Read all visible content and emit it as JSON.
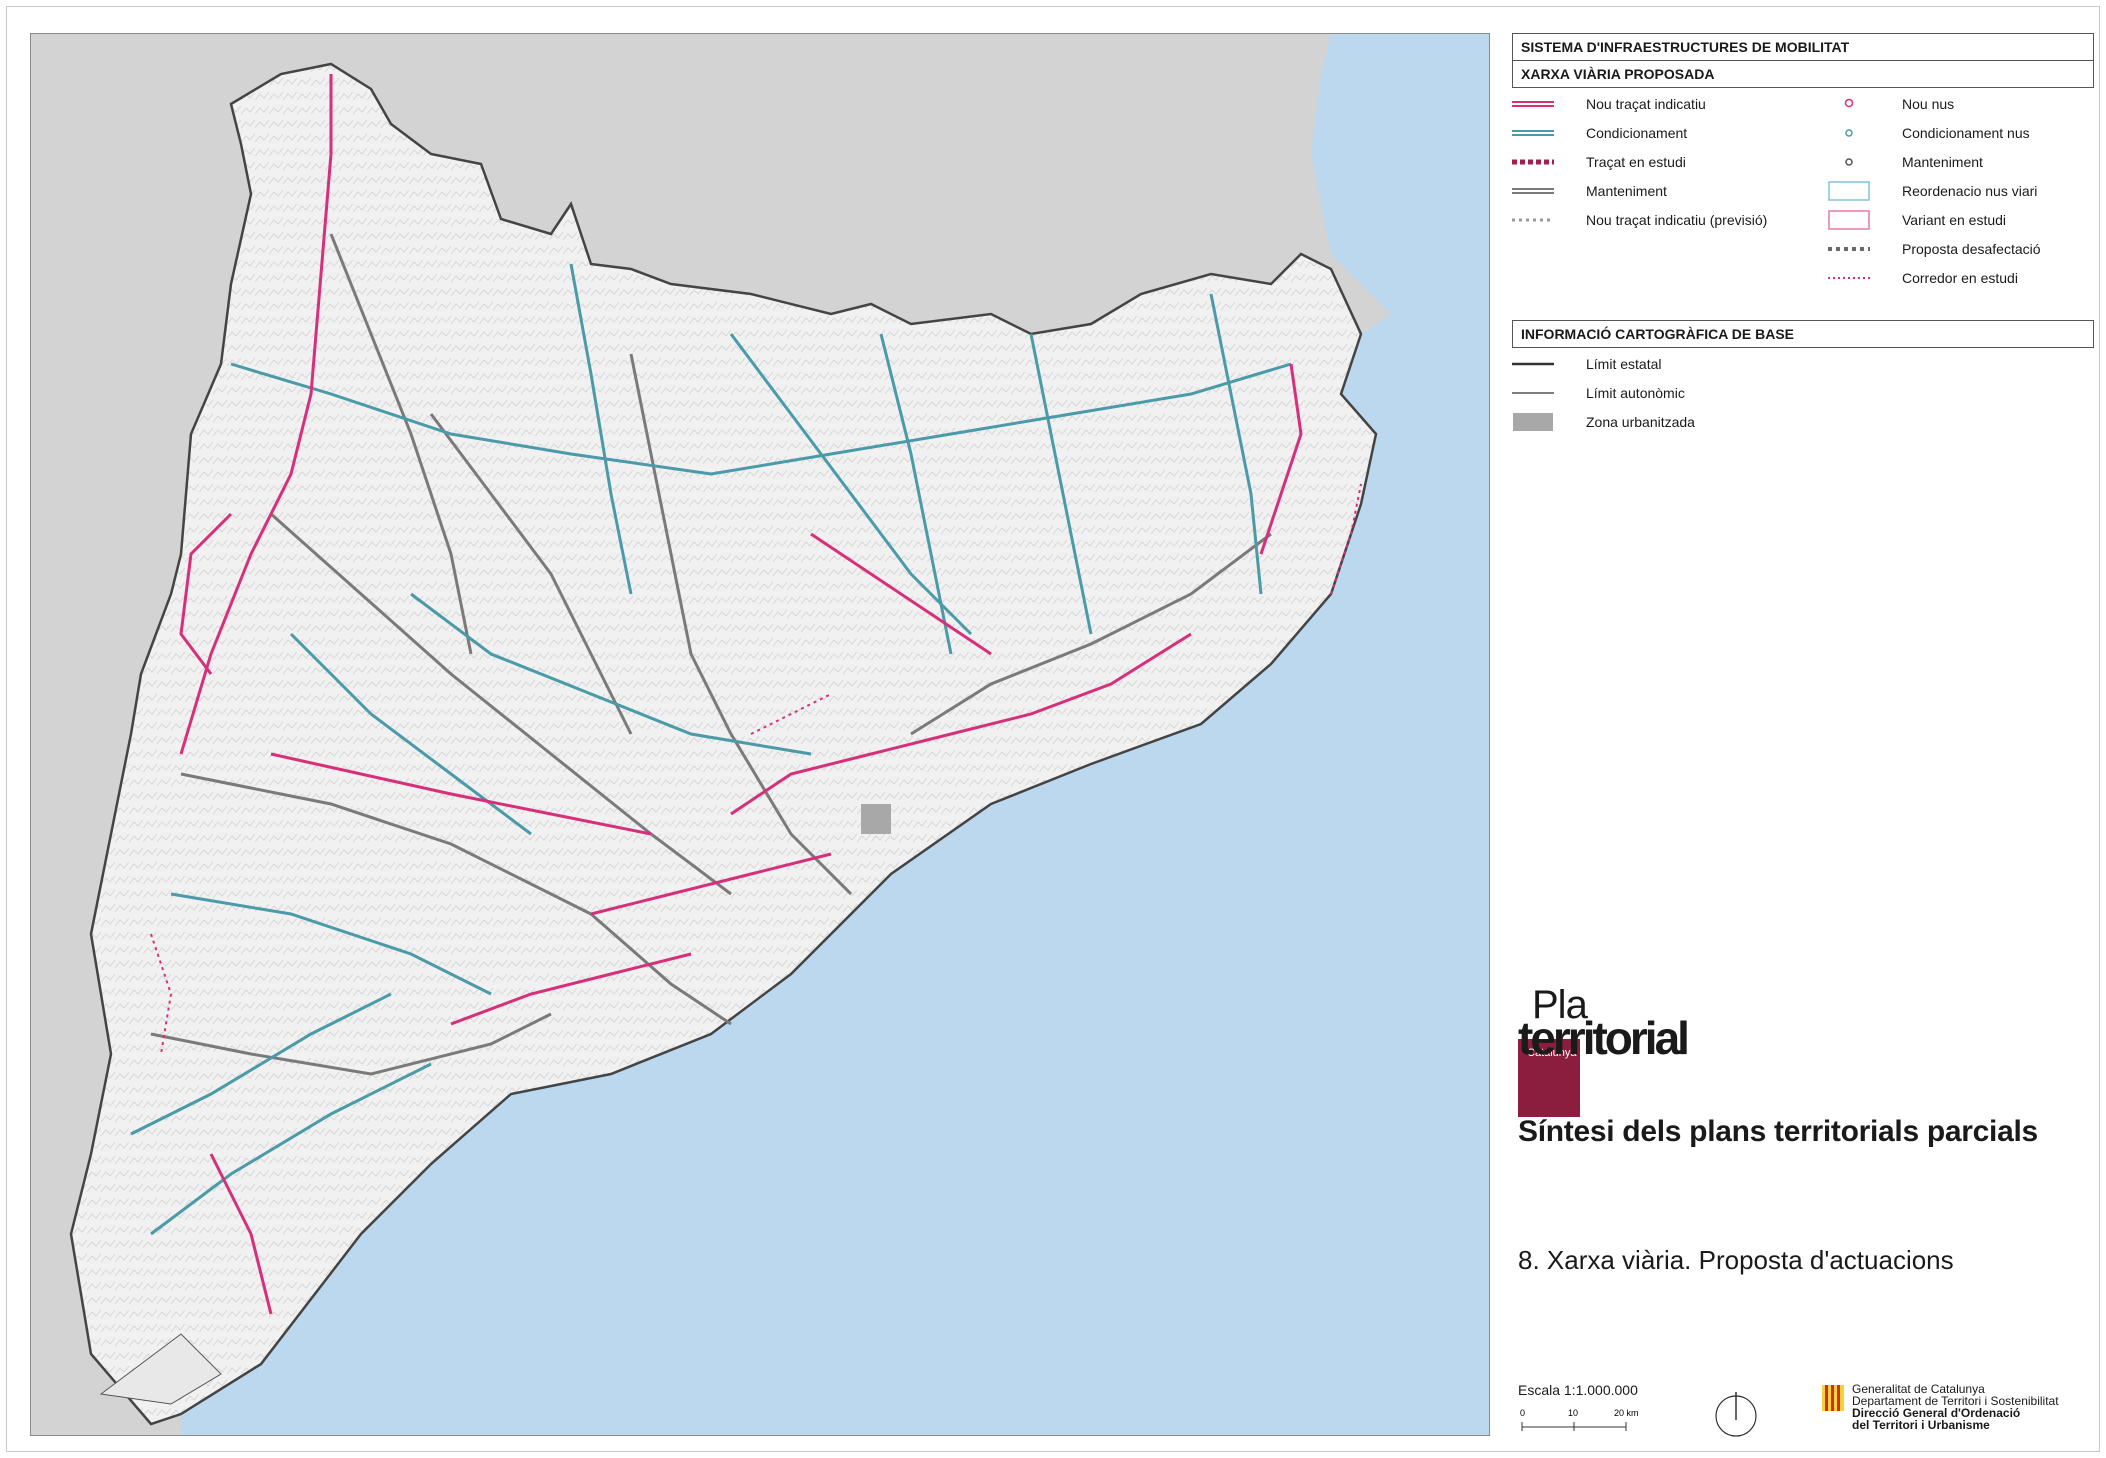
{
  "legend": {
    "section_1": "SISTEMA D'INFRAESTRUCTURES DE MOBILITAT",
    "section_2": "XARXA VIÀRIA PROPOSADA",
    "left_items": [
      "Nou traçat indicatiu",
      "Condicionament",
      "Traçat en estudi",
      "Manteniment",
      "Nou traçat indicatiu (previsió)"
    ],
    "right_items": [
      "Nou nus",
      "Condicionament nus",
      "Manteniment",
      "Reordenacio nus viari",
      "Variant en estudi",
      "Proposta desafectació",
      "Corredor en estudi"
    ],
    "section_3": "INFORMACIÓ CARTOGRÀFICA DE BASE",
    "base_items": [
      "Límit estatal",
      "Límit autonòmic",
      "Zona urbanitzada"
    ]
  },
  "logo": {
    "pla": "Pla",
    "territorial": "territorial",
    "region": "Catalunya"
  },
  "subtitle": "Síntesi dels plans territorials parcials",
  "map_title": "8. Xarxa viària. Proposta d'actuacions",
  "scale": {
    "label": "Escala 1:1.000.000",
    "ticks": [
      "0",
      "10",
      "20 km"
    ]
  },
  "institution": {
    "line1": "Generalitat de Catalunya",
    "line2": "Departament de Territori i Sostenibilitat",
    "line3": "Direcció General d'Ordenació",
    "line4": "del Territori i Urbanisme"
  },
  "colors": {
    "new_route": "#d6307a",
    "conditioning": "#4a9aa8",
    "study": "#a0214f",
    "maintenance": "#7a7a7a",
    "sea": "#bcd8ee",
    "land": "#f2f2f2",
    "outside": "#d3d3d3",
    "brand": "#8b1d3f"
  }
}
